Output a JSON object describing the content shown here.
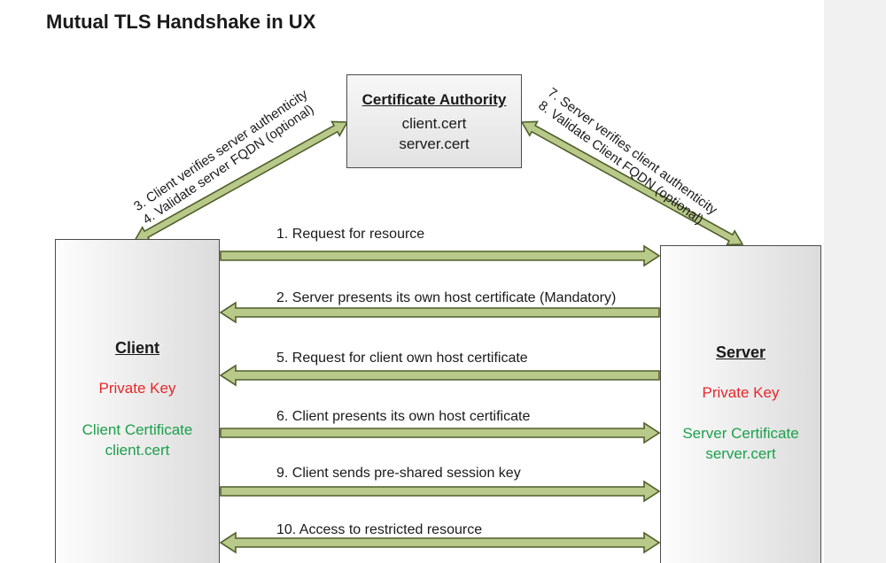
{
  "title": "Mutual TLS Handshake in UX",
  "certificate_authority": {
    "heading": "Certificate Authority",
    "line1": "client.cert",
    "line2": "server.cert"
  },
  "client": {
    "heading": "Client",
    "private_key": "Private Key",
    "certificate_label": "Client Certificate",
    "certificate_file": "client.cert"
  },
  "server": {
    "heading": "Server",
    "private_key": "Private Key",
    "certificate_label": "Server Certificate",
    "certificate_file": "server.cert"
  },
  "client_ca_steps": {
    "line1": "3. Client verifies server authenticity",
    "line2": "4. Validate server FQDN (optional)"
  },
  "server_ca_steps": {
    "line1": "7. Server verifies client authenticity",
    "line2": "8. Validate Client FQDN (optional)"
  },
  "messages": [
    {
      "label": "1. Request for resource",
      "direction": "right"
    },
    {
      "label": "2. Server presents its own host certificate (Mandatory)",
      "direction": "left"
    },
    {
      "label": "5. Request for client own host certificate",
      "direction": "left"
    },
    {
      "label": "6. Client presents its own host certificate",
      "direction": "right"
    },
    {
      "label": "9. Client sends pre-shared session key",
      "direction": "right"
    },
    {
      "label": "10. Access to restricted resource",
      "direction": "both"
    }
  ],
  "colors": {
    "arrow_fill": "#b9c98a",
    "arrow_stroke": "#4f5f2a",
    "private_key": "#e8262a",
    "certificate": "#1aa04b"
  }
}
